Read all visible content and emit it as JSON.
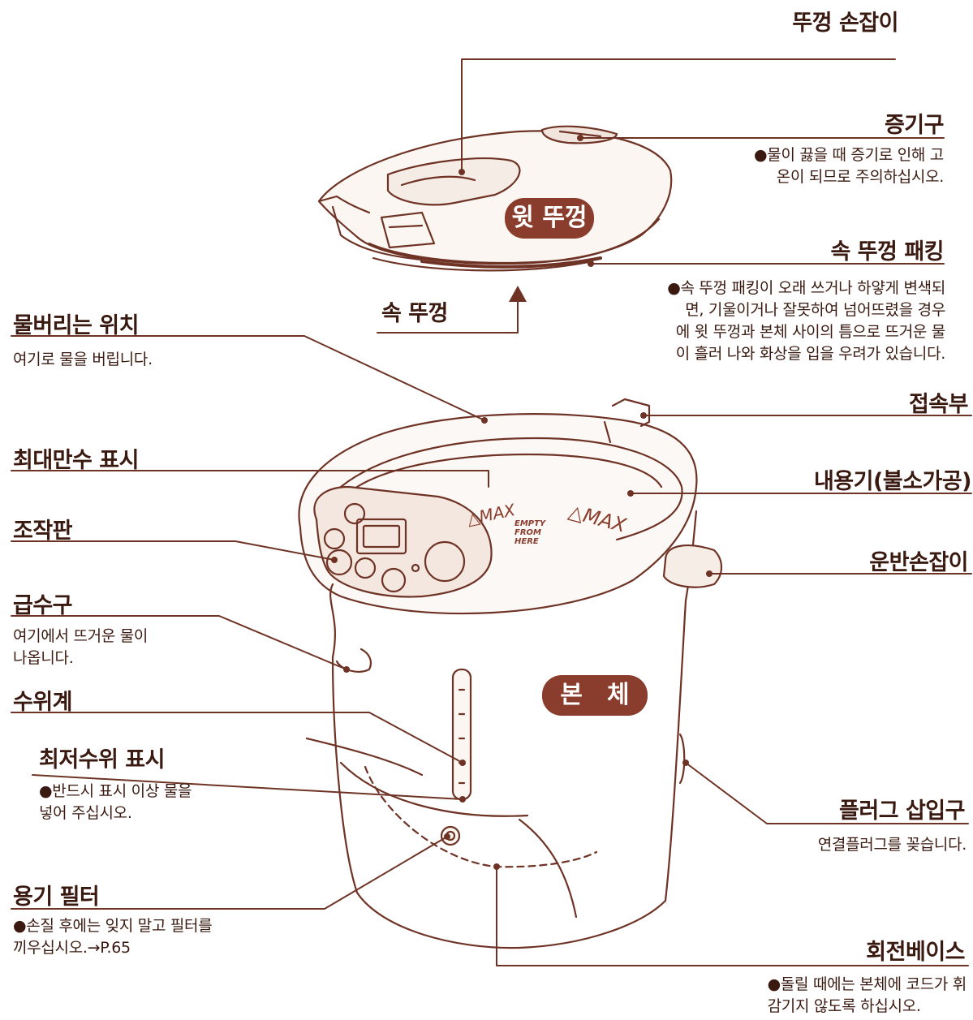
{
  "colors": {
    "line": "#6e3325",
    "accent": "#8a3d2c",
    "text": "#3a1a10"
  },
  "labels": {
    "lid_handle": "뚜껑 손잡이",
    "steam_vent": "증기구",
    "steam_vent_note": "●물이 끓을 때 증기로 인해 고\n온이 되므로 주의하십시오.",
    "top_lid": "윗 뚜껑",
    "inner_lid_packing": "속 뚜껑 패킹",
    "inner_lid_packing_note": "●속 뚜껑 패킹이 오래 쓰거나 하얗게 변색되\n면, 기울이거나 잘못하여 넘어뜨렸을 경우\n에 윗 뚜껑과 본체 사이의 틈으로 뜨거운 물\n이 흘러 나와 화상을 입을 우려가 있습니다.",
    "inner_lid": "속 뚜껑",
    "drain_point": "물버리는 위치",
    "drain_point_note": "여기로 물을 버립니다.",
    "connector": "접속부",
    "max_level_mark": "최대만수 표시",
    "inner_container": "내용기(불소가공)",
    "control_panel": "조작판",
    "carry_handle": "운반손잡이",
    "spout": "급수구",
    "spout_note": "여기에서 뜨거운 물이\n나옵니다.",
    "body": "본　체",
    "water_gauge": "수위계",
    "min_level_mark": "최저수위 표시",
    "min_level_note": "●반드시 표시 이상 물을\n넣어 주십시오.",
    "plug_socket": "플러그 삽입구",
    "plug_socket_note": "연결플러그를 꽂습니다.",
    "container_filter": "용기 필터",
    "container_filter_note": "●손질 후에는 잊지 말고 필터를\n끼우십시오.→P.65",
    "rotating_base": "회전베이스",
    "rotating_base_note": "●돌릴 때에는 본체에 코드가 휘\n감기지 않도록 하십시오."
  },
  "printed_on_pot": {
    "max_left": "△MAX",
    "max_right": "△MAX",
    "empty_from_here": "EMPTY\nFROM\nHERE"
  }
}
